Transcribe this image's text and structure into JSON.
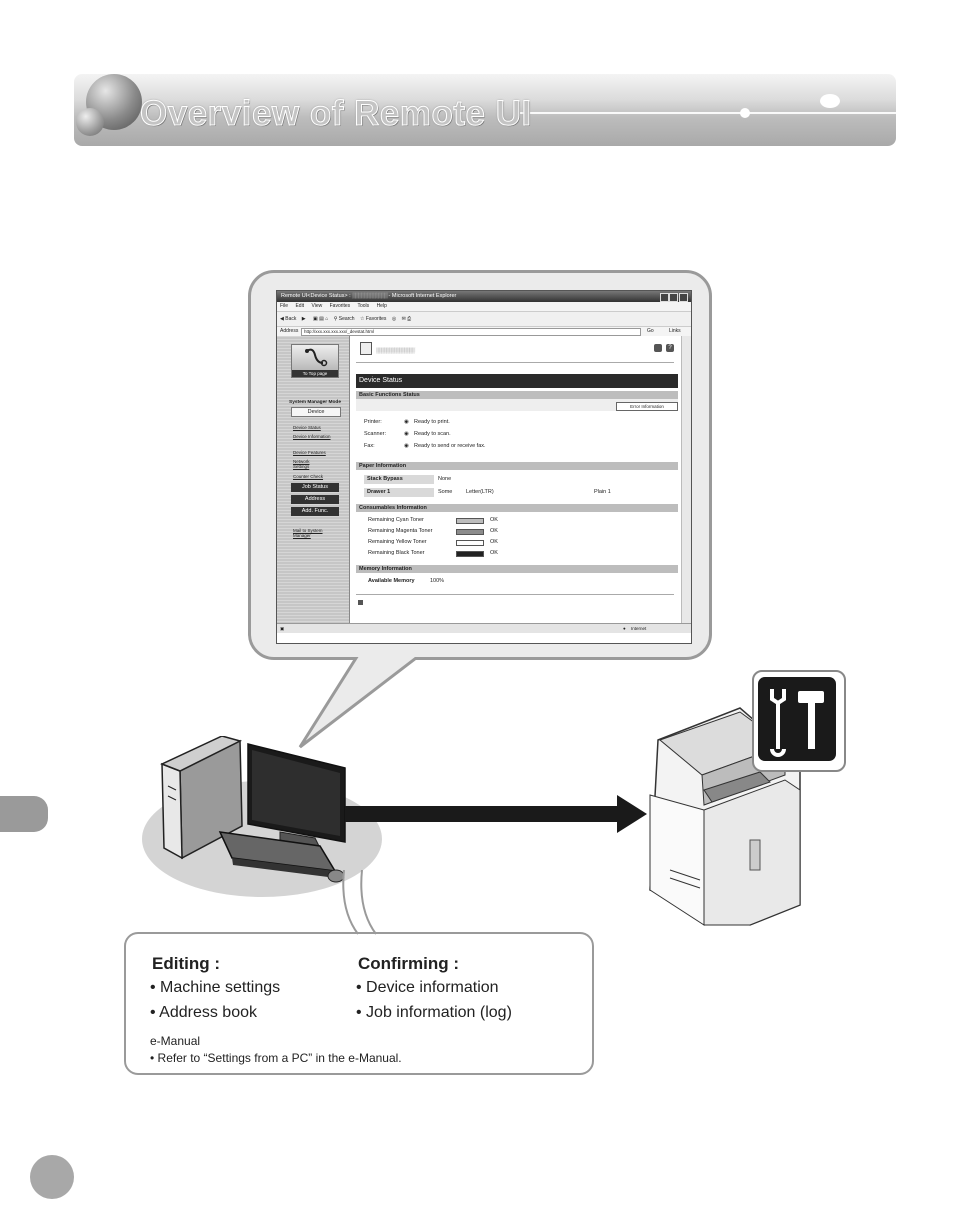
{
  "header": {
    "title": "Overview of Remote UI"
  },
  "browser": {
    "window_title": "Remote UI<Device Status> : ",
    "window_title_app": " - Microsoft Internet Explorer",
    "menu": [
      "File",
      "Edit",
      "View",
      "Favorites",
      "Tools",
      "Help"
    ],
    "toolbar": {
      "back": "Back",
      "search": "Search",
      "favorites": "Favorites"
    },
    "address_label": "Address",
    "address_value": "http://xxx.xxx.xxx.xxx/_devstat.html",
    "go_label": "Go",
    "links_label": "Links",
    "status_internet": "Internet"
  },
  "left_pane": {
    "top_page_label": "To Top page",
    "mode_label": "System Manager Mode",
    "device_button": "Device",
    "links": [
      "Device Status",
      "Device Information",
      "Device Features",
      "Network Settings",
      "Counter Check"
    ],
    "buttons": [
      "Job Status",
      "Address",
      "Add. Func."
    ],
    "mail_link": "Mail to System Manager"
  },
  "main_pane": {
    "heading": "Device Status",
    "basic_section": "Basic Functions Status",
    "error_button": "Error Information",
    "status_rows": [
      {
        "label": "Printer:",
        "value": "Ready to print."
      },
      {
        "label": "Scanner:",
        "value": "Ready to scan."
      },
      {
        "label": "Fax:",
        "value": "Ready to send or receive fax."
      }
    ],
    "paper_section": "Paper Information",
    "paper_rows": [
      {
        "label": "Stack Bypass",
        "value": "None",
        "size": "",
        "type": ""
      },
      {
        "label": "Drawer 1",
        "value": "Some",
        "size": "Letter(LTR)",
        "type": "Plain 1"
      }
    ],
    "consumables_section": "Consumables Information",
    "toner_rows": [
      {
        "label": "Remaining Cyan Toner",
        "status": "OK",
        "color": "#bdbdbd"
      },
      {
        "label": "Remaining Magenta Toner",
        "status": "OK",
        "color": "#8c8c8c"
      },
      {
        "label": "Remaining Yellow Toner",
        "status": "OK",
        "color": "#ffffff"
      },
      {
        "label": "Remaining Black Toner",
        "status": "OK",
        "color": "#222222"
      }
    ],
    "memory_section": "Memory Information",
    "memory_label": "Available Memory",
    "memory_value": "100%"
  },
  "legend": {
    "editing_heading": "Editing :",
    "editing_items": [
      "• Machine settings",
      "• Address book"
    ],
    "confirming_heading": "Confirming :",
    "confirming_items": [
      "• Device information",
      "• Job information (log)"
    ],
    "emanual_label": "e-Manual",
    "emanual_ref": "• Refer to “Settings from a PC” in the e-Manual."
  }
}
